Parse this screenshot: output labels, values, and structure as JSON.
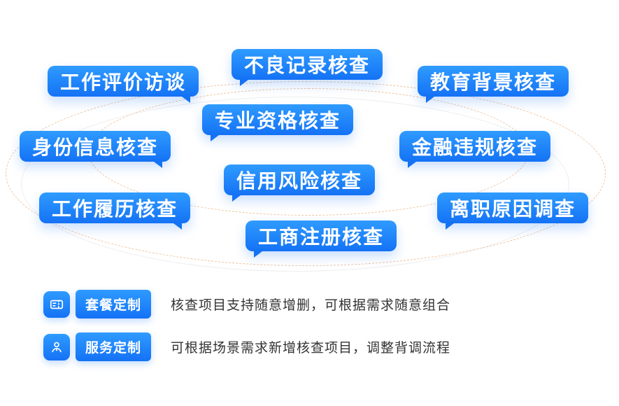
{
  "bubbles": [
    {
      "label": "工作评价访谈"
    },
    {
      "label": "不良记录核查"
    },
    {
      "label": "教育背景核查"
    },
    {
      "label": "专业资格核查"
    },
    {
      "label": "身份信息核查"
    },
    {
      "label": "金融违规核查"
    },
    {
      "label": "信用风险核查"
    },
    {
      "label": "工作履历核查"
    },
    {
      "label": "离职原因调查"
    },
    {
      "label": "工商注册核查"
    }
  ],
  "legend": {
    "items": [
      {
        "icon": "coupon-icon",
        "label": "套餐定制",
        "description": "核查项目支持随意增删，可根据需求随意组合"
      },
      {
        "icon": "service-person-icon",
        "label": "服务定制",
        "description": "可根据场景需求新增核查项目，调整背调流程"
      }
    ]
  },
  "colors": {
    "primary_blue": "#1472f5",
    "bubble_gradient_top": "#2f9bff",
    "dashed_ellipse": "#f0c49e",
    "description_text": "#333333"
  }
}
